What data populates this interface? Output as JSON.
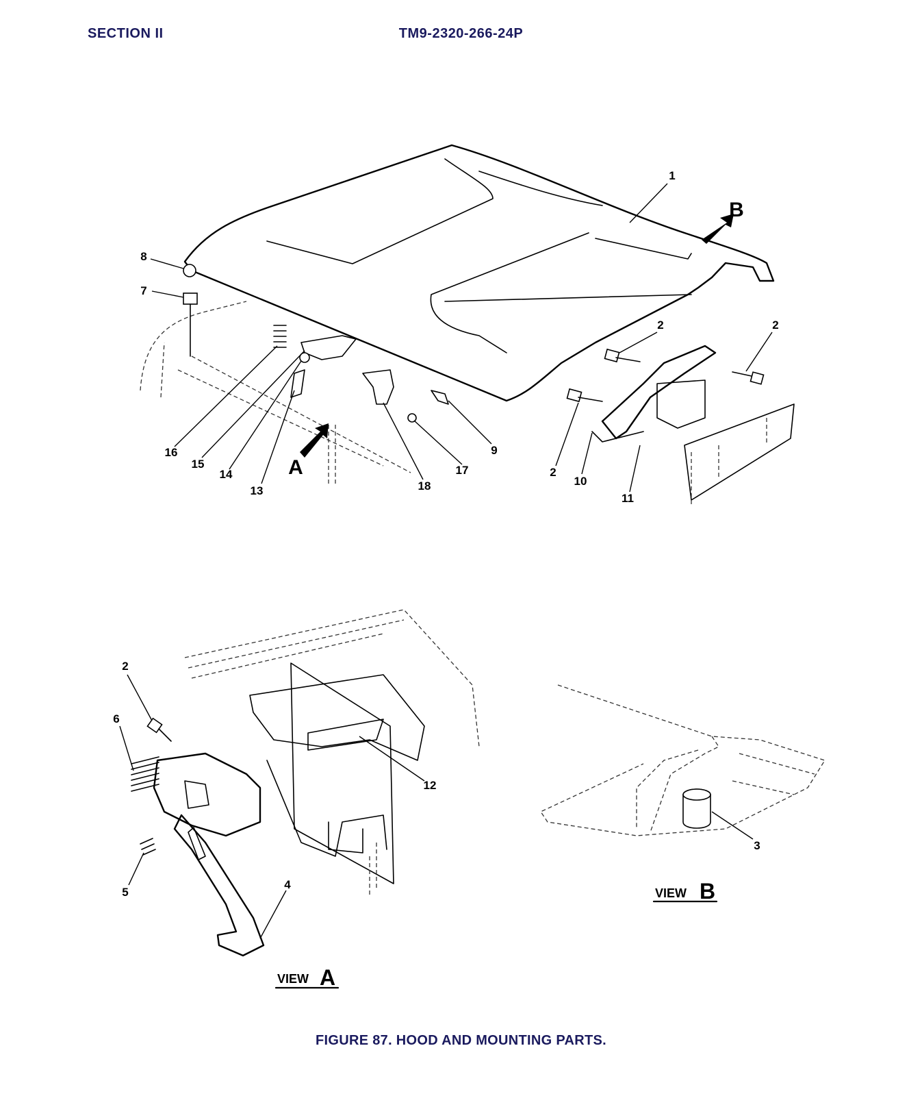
{
  "header": {
    "section": "SECTION II",
    "doc_number": "TM9-2320-266-24P"
  },
  "figure": {
    "caption": "FIGURE 87. HOOD AND MOUNTING PARTS."
  },
  "main_view": {
    "callouts": [
      "1",
      "2",
      "2",
      "2",
      "7",
      "8",
      "9",
      "10",
      "11",
      "13",
      "14",
      "15",
      "16",
      "17",
      "18"
    ],
    "arrow_labels": [
      "A",
      "B"
    ]
  },
  "view_a": {
    "label_word": "VIEW",
    "label_letter": "A",
    "callouts": [
      "2",
      "4",
      "5",
      "6",
      "12"
    ]
  },
  "view_b": {
    "label_word": "VIEW",
    "label_letter": "B",
    "callouts": [
      "3"
    ]
  }
}
